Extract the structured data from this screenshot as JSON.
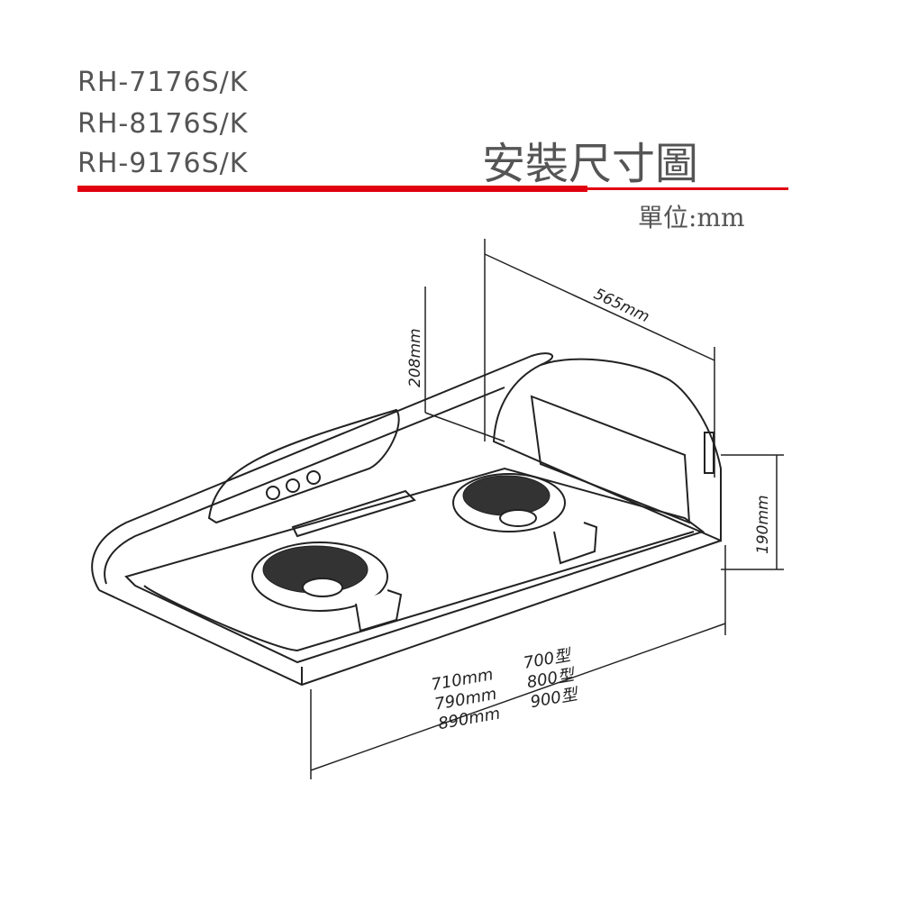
{
  "models": [
    "RH-7176S/K",
    "RH-8176S/K",
    "RH-9176S/K"
  ],
  "title": "安裝尺寸圖",
  "unit_label": "單位:mm",
  "dimensions": {
    "depth": "565mm",
    "height_back": "208mm",
    "height_side": "190mm",
    "widths": [
      "710mm",
      "790mm",
      "890mm"
    ],
    "width_models": [
      "700型",
      "800型",
      "900型"
    ]
  },
  "colors": {
    "accent": "#e0000f",
    "text": "#555555",
    "line": "#222222"
  }
}
